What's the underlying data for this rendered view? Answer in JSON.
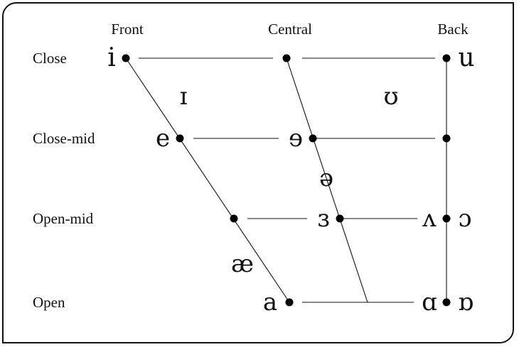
{
  "columns": {
    "front": "Front",
    "central": "Central",
    "back": "Back"
  },
  "rows": {
    "close": "Close",
    "close_mid": "Close-mid",
    "open_mid": "Open-mid",
    "open": "Open"
  },
  "vowels": {
    "close_front": "i",
    "close_back": "u",
    "near_close_front": "ɪ",
    "near_close_back": "ʊ",
    "close_mid_front": "e",
    "close_mid_central": "ɘ",
    "mid_central": "ə",
    "open_mid_central": "ɜ",
    "open_mid_back_unrounded": "ʌ",
    "open_mid_back_rounded": "ɔ",
    "near_open_front": "æ",
    "open_front": "a",
    "open_back_unrounded": "ɑ",
    "open_back_rounded": "ɒ"
  }
}
